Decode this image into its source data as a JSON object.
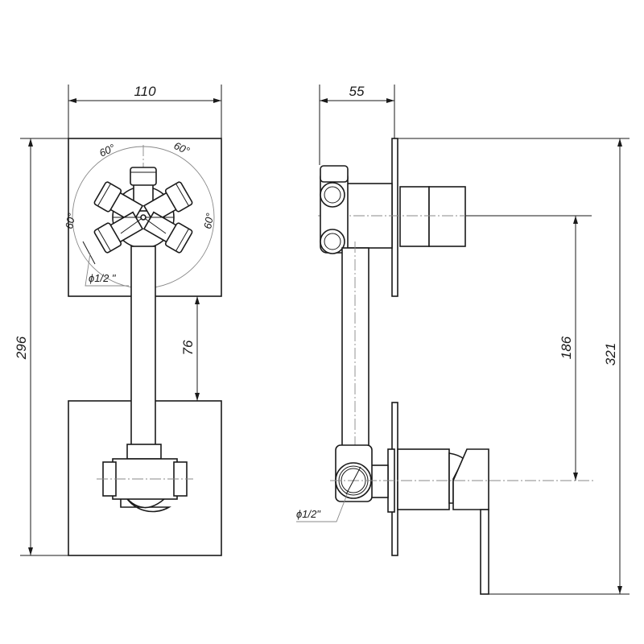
{
  "dimensions": {
    "width_front": "110",
    "depth_side": "55",
    "height_total": "296",
    "plate_gap": "76",
    "center_distance": "186",
    "overall_side": "321"
  },
  "angles": [
    "60°",
    "60°",
    "60°",
    "60°"
  ],
  "thread_front": "ϕ1/2 \"",
  "thread_side": "ϕ1/2\""
}
